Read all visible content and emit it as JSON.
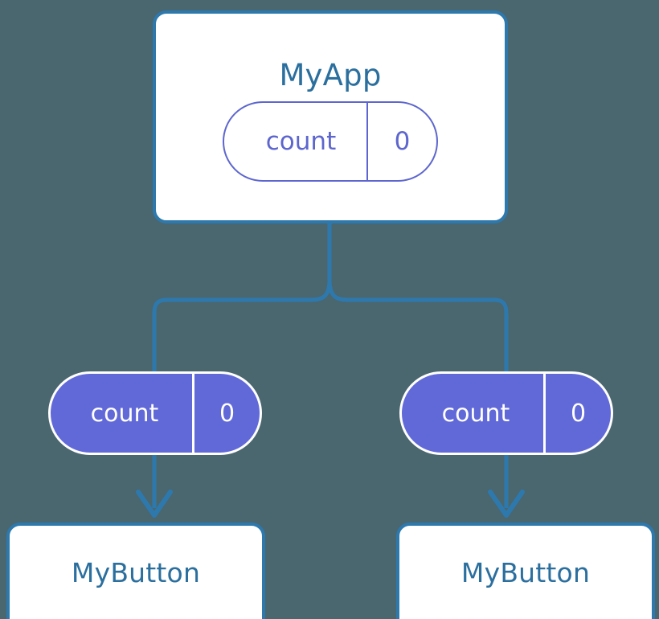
{
  "diagram": {
    "type": "component-state-tree",
    "title_text": "MyApp",
    "background_color": "#4a666f",
    "accent_border_color": "#2d79ad",
    "accent_text_color": "#2b6f9e",
    "state_color": "#6169d8",
    "state_outline_color": "#5d66ce",
    "card_fill_color": "#ffffff"
  },
  "root": {
    "name": "MyApp",
    "state": {
      "key": "count",
      "value": "0"
    }
  },
  "branches": [
    {
      "state": {
        "key": "count",
        "value": "0"
      },
      "child": {
        "name": "MyButton"
      }
    },
    {
      "state": {
        "key": "count",
        "value": "0"
      },
      "child": {
        "name": "MyButton"
      }
    }
  ],
  "edges": {
    "trunk_label": "",
    "arrow_count": 2
  }
}
